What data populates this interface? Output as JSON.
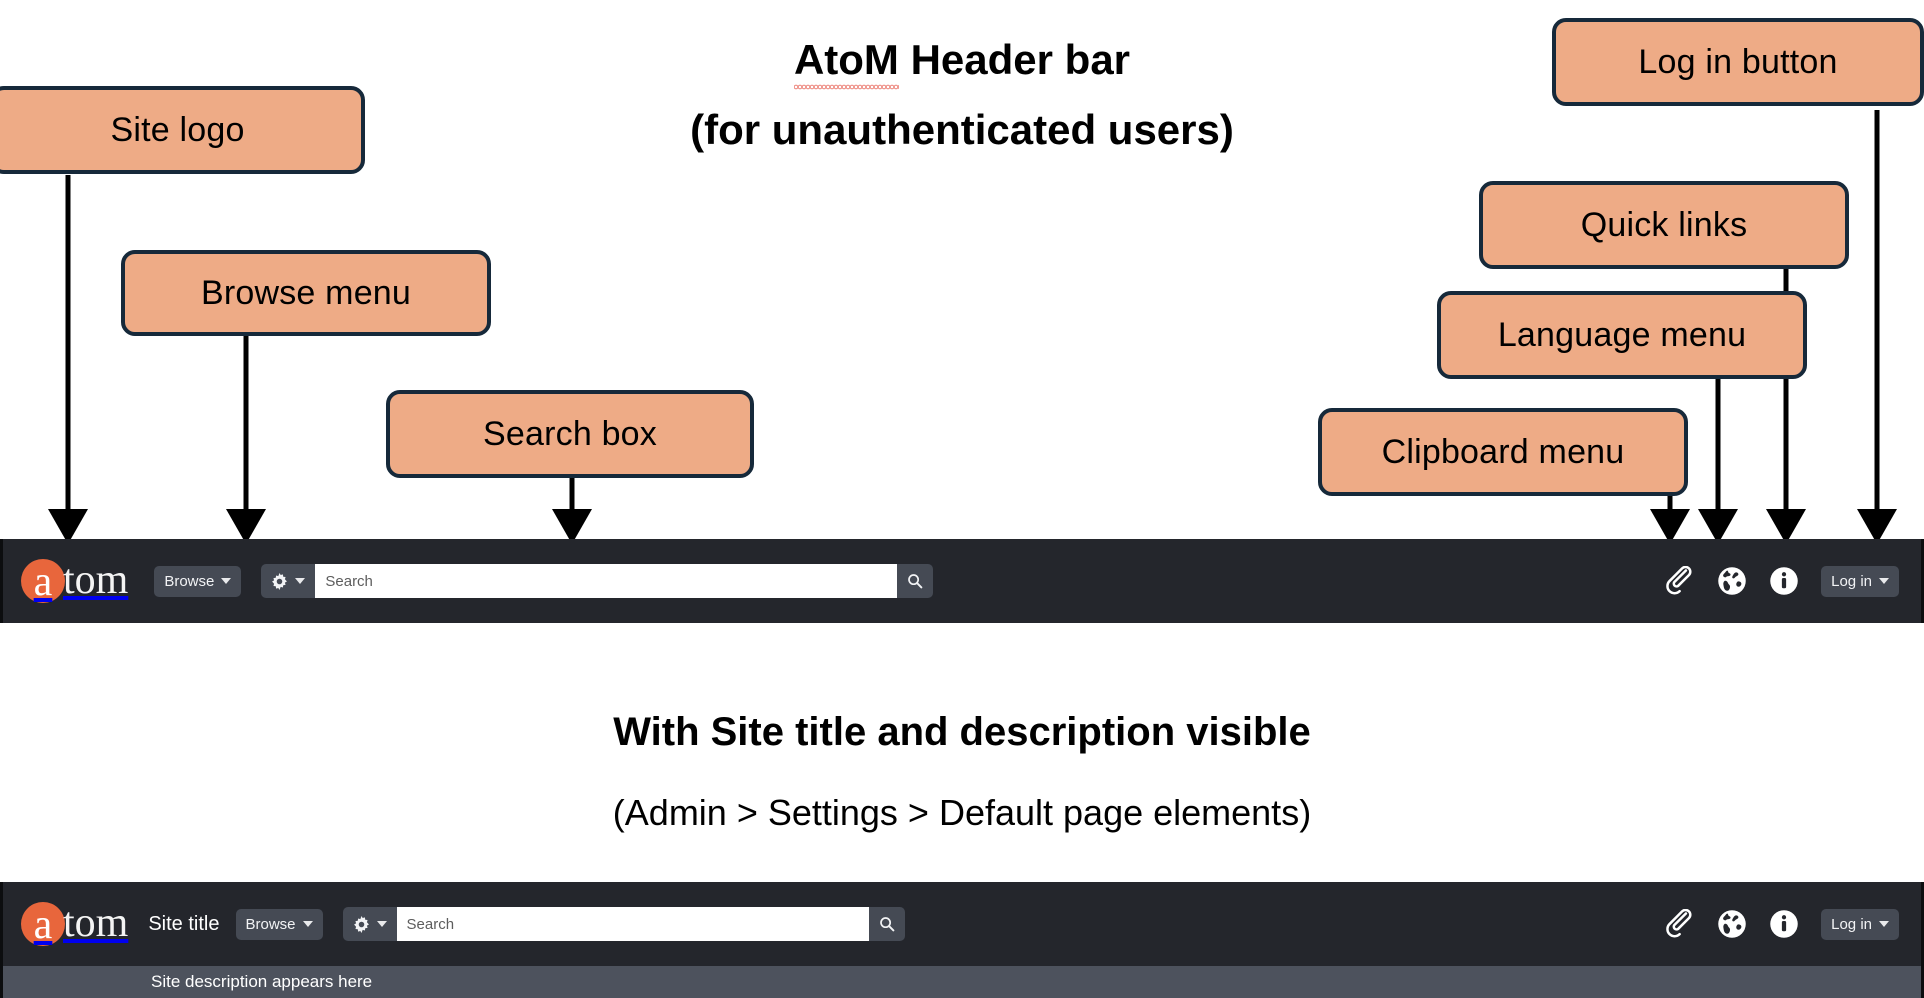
{
  "diagram": {
    "title_main": "AtoM Header bar",
    "title_emphasis": "AtoM",
    "title_rest": " Header bar",
    "title_sub": "(for unauthenticated users)",
    "section2_title": "With Site title and description visible",
    "section2_sub": "(Admin > Settings > Default page elements)",
    "callout_fill": "#eeab86",
    "callout_border": "#16293a",
    "arrow_color": "#000000"
  },
  "callouts": [
    {
      "id": "site-logo",
      "label": "Site logo"
    },
    {
      "id": "browse-menu",
      "label": "Browse menu"
    },
    {
      "id": "search-box",
      "label": "Search box"
    },
    {
      "id": "clipboard-menu",
      "label": "Clipboard menu"
    },
    {
      "id": "language-menu",
      "label": "Language menu"
    },
    {
      "id": "quick-links",
      "label": "Quick links"
    },
    {
      "id": "log-in-button",
      "label": "Log in button"
    }
  ],
  "header_bar_1": {
    "logo": {
      "circle_letter": "a",
      "rest": "tom",
      "circle_color": "#e8663c"
    },
    "browse_label": "Browse",
    "search_placeholder": "Search",
    "search_value": "",
    "login_label": "Log in",
    "icons": {
      "settings": "gear-icon",
      "submit": "search-icon",
      "clipboard": "paperclip-icon",
      "language": "globe-icon",
      "quicklinks": "info-icon"
    },
    "bar_color": "#24262c",
    "button_color": "#454a54"
  },
  "header_bar_2": {
    "logo": {
      "circle_letter": "a",
      "rest": "tom",
      "circle_color": "#e8663c"
    },
    "site_title": "Site title",
    "browse_label": "Browse",
    "search_placeholder": "Search",
    "search_value": "",
    "login_label": "Log in",
    "site_description": "Site description appears here",
    "bar_color": "#24262c",
    "desc_bar_color": "#4d525d"
  }
}
